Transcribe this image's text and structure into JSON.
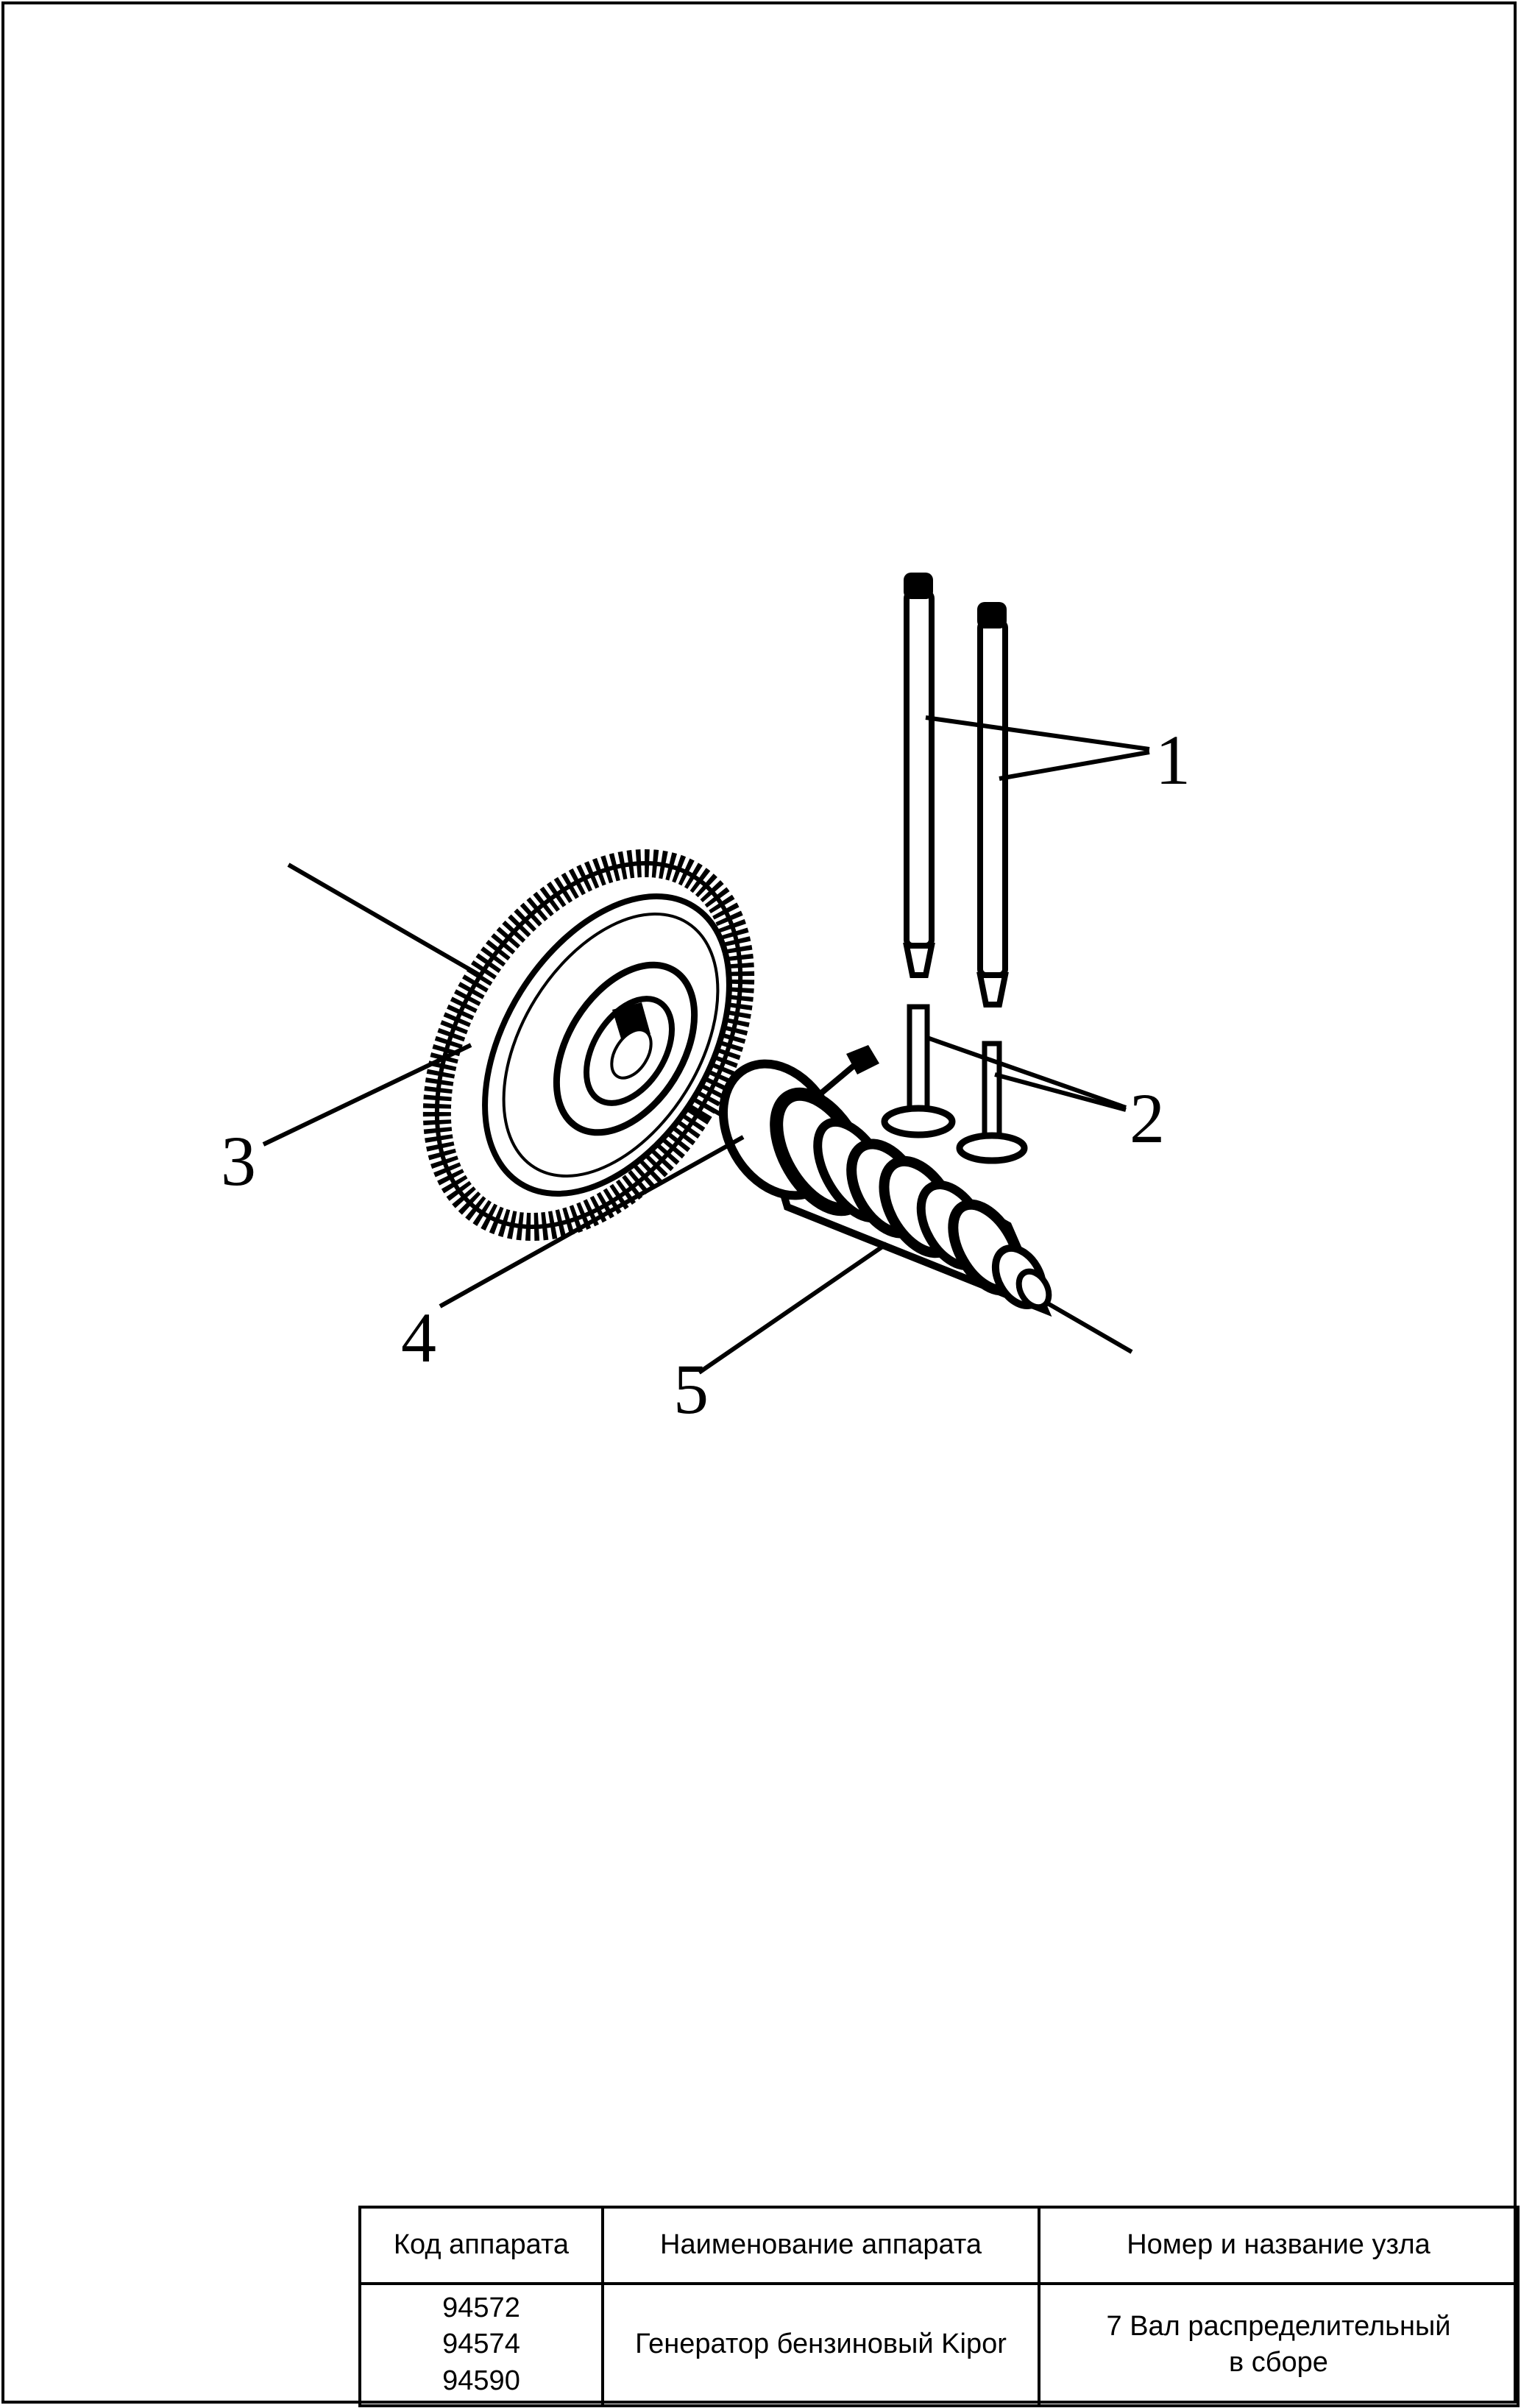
{
  "diagram": {
    "callouts": [
      "1",
      "2",
      "3",
      "4",
      "5"
    ]
  },
  "title_block": {
    "headers": [
      "Код аппарата",
      "Наименование аппарата",
      "Номер и название узла"
    ],
    "codes": [
      "94572",
      "94574",
      "94590"
    ],
    "apparatus_name": "Генератор бензиновый Kipor",
    "assembly": "7 Вал распределительный\nв сборе"
  }
}
